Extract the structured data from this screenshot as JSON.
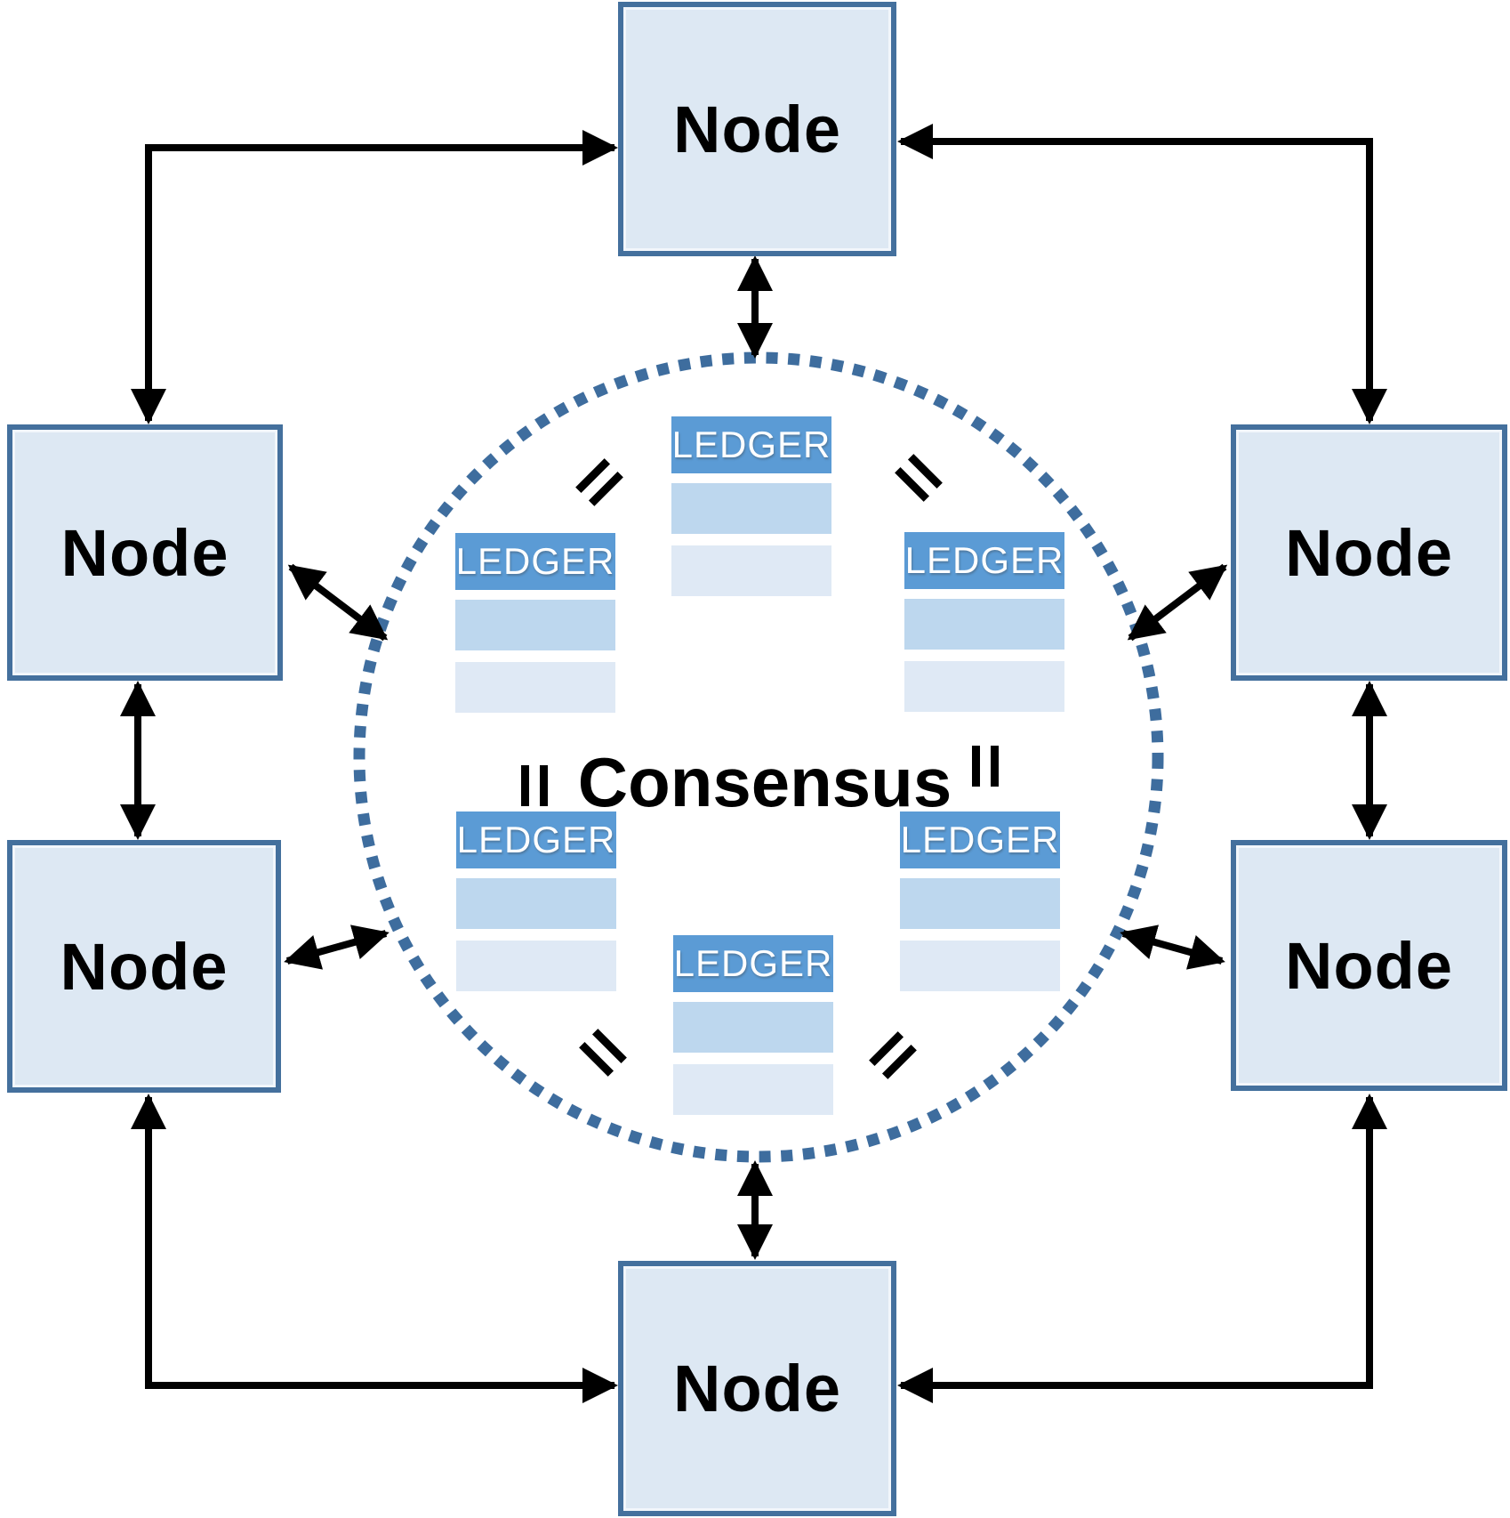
{
  "diagram": {
    "type": "peer-to-peer-consensus-network",
    "description": "Six Node boxes connected by double-headed arrows around a dotted circle containing replicated ledgers reaching consensus"
  },
  "center": {
    "label": "Consensus"
  },
  "nodes": [
    {
      "id": "top",
      "label": "Node"
    },
    {
      "id": "left-upper",
      "label": "Node"
    },
    {
      "id": "left-lower",
      "label": "Node"
    },
    {
      "id": "right-upper",
      "label": "Node"
    },
    {
      "id": "right-lower",
      "label": "Node"
    },
    {
      "id": "bottom",
      "label": "Node"
    }
  ],
  "ledgers": [
    {
      "id": "top",
      "label": "LEDGER"
    },
    {
      "id": "upper-left",
      "label": "LEDGER"
    },
    {
      "id": "upper-right",
      "label": "LEDGER"
    },
    {
      "id": "lower-left",
      "label": "LEDGER"
    },
    {
      "id": "lower-right",
      "label": "LEDGER"
    },
    {
      "id": "bottom",
      "label": "LEDGER"
    }
  ],
  "colors": {
    "node_fill": "#dde8f3",
    "node_border": "#44709d",
    "ledger_header": "#5b9bd5",
    "ledger_row_1": "#bdd7ee",
    "ledger_row_2": "#dfe9f5",
    "dotted_circle": "#3e6d9e",
    "arrow": "#000000",
    "text": "#000000",
    "ledger_text": "#ffffff"
  }
}
